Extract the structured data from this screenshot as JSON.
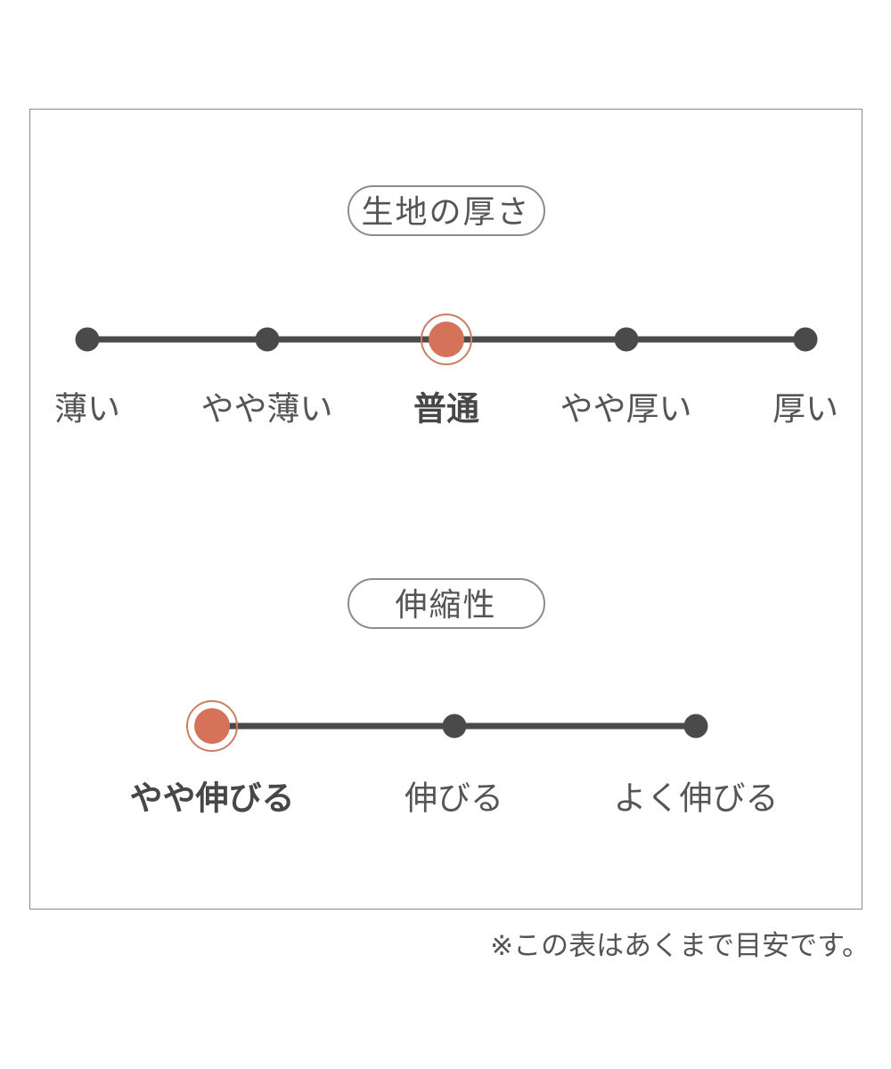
{
  "page": {
    "footnote": "※この表はあくまで目安です。"
  },
  "colors": {
    "accent": "#d4735a",
    "ring": "#c97e64",
    "line": "#4a4a4a",
    "text": "#555555",
    "frame_border": "#8c8c8c"
  },
  "chart_data": [
    {
      "type": "scale",
      "title": "生地の厚さ",
      "categories": [
        "薄い",
        "やや薄い",
        "普通",
        "やや厚い",
        "厚い"
      ],
      "selected_index": 2,
      "selected_value": "普通",
      "marker_color": "#d4735a",
      "track_color": "#4a4a4a"
    },
    {
      "type": "scale",
      "title": "伸縮性",
      "categories": [
        "やや伸びる",
        "伸びる",
        "よく伸びる"
      ],
      "selected_index": 0,
      "selected_value": "やや伸びる",
      "marker_color": "#d4735a",
      "track_color": "#4a4a4a"
    }
  ]
}
